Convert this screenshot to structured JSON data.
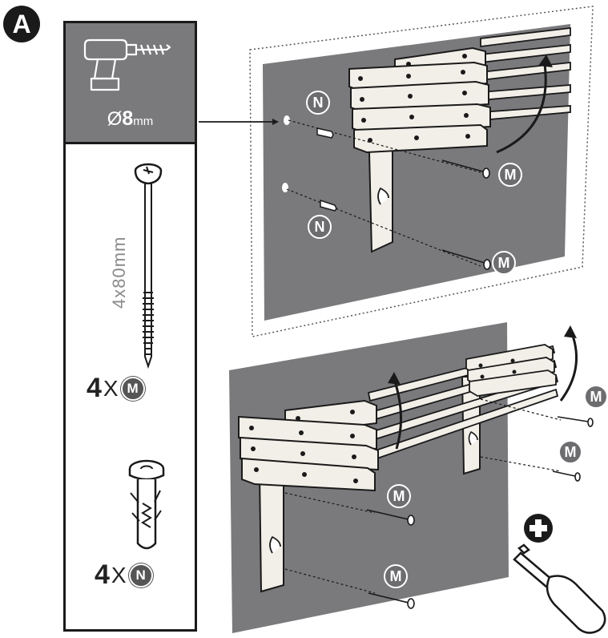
{
  "step": {
    "letter": "A"
  },
  "drill": {
    "diameter_symbol": "Ø",
    "diameter_value": "8",
    "diameter_unit": "mm",
    "icon": "drill-icon"
  },
  "screw": {
    "length_label": "4x80mm",
    "quantity": "4",
    "times": "X",
    "part": "M"
  },
  "plug": {
    "quantity": "4",
    "times": "X",
    "part": "N"
  },
  "labels": {
    "screw_part": "M",
    "plug_part": "N"
  },
  "tool": {
    "icon": "phillips-screwdriver-icon"
  },
  "colors": {
    "wall": "#7a7a7d",
    "badge": "#6d6d70",
    "dark": "#1a1a1a",
    "wood": "#f2efe8"
  }
}
